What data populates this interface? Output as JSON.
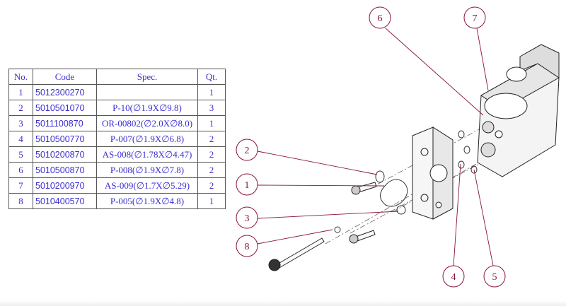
{
  "table": {
    "headers": [
      "No.",
      "Code",
      "Spec.",
      "Qt."
    ],
    "rows": [
      {
        "no": "1",
        "code": "5012300270",
        "spec": "",
        "qt": "1"
      },
      {
        "no": "2",
        "code": "5010501070",
        "spec": "P-10(∅1.9X∅9.8)",
        "qt": "3"
      },
      {
        "no": "3",
        "code": "5011100870",
        "spec": "OR-00802(∅2.0X∅8.0)",
        "qt": "1"
      },
      {
        "no": "4",
        "code": "5010500770",
        "spec": "P-007(∅1.9X∅6.8)",
        "qt": "2"
      },
      {
        "no": "5",
        "code": "5010200870",
        "spec": "AS-008(∅1.78X∅4.47)",
        "qt": "2"
      },
      {
        "no": "6",
        "code": "5010500870",
        "spec": "P-008(∅1.9X∅7.8)",
        "qt": "2"
      },
      {
        "no": "7",
        "code": "5010200970",
        "spec": "AS-009(∅1.7X∅5.29)",
        "qt": "2"
      },
      {
        "no": "8",
        "code": "5010400570",
        "spec": "P-005(∅1.9X∅4.8)",
        "qt": "1"
      }
    ]
  },
  "callouts": {
    "c1": "1",
    "c2": "2",
    "c3": "3",
    "c4": "4",
    "c5": "5",
    "c6": "6",
    "c7": "7",
    "c8": "8"
  },
  "colors": {
    "callout": "#8a1538",
    "table_text": "#3b2fd0"
  }
}
